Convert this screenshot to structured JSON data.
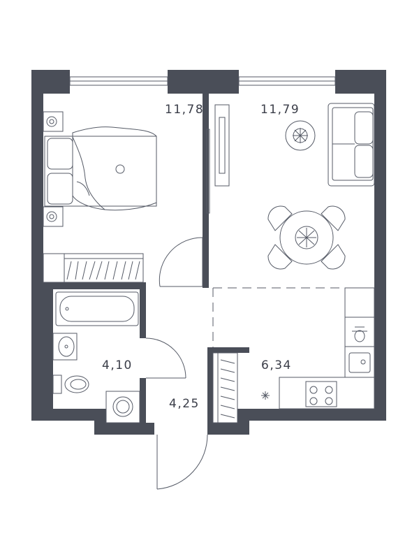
{
  "plan": {
    "wall_color": "#4a4e58",
    "line_color": "#555a66",
    "rooms": {
      "bedroom_area": "11,78",
      "living_area": "11,79",
      "bathroom_area": "4,10",
      "hall_area": "4,25",
      "kitchen_area": "6,34"
    }
  }
}
